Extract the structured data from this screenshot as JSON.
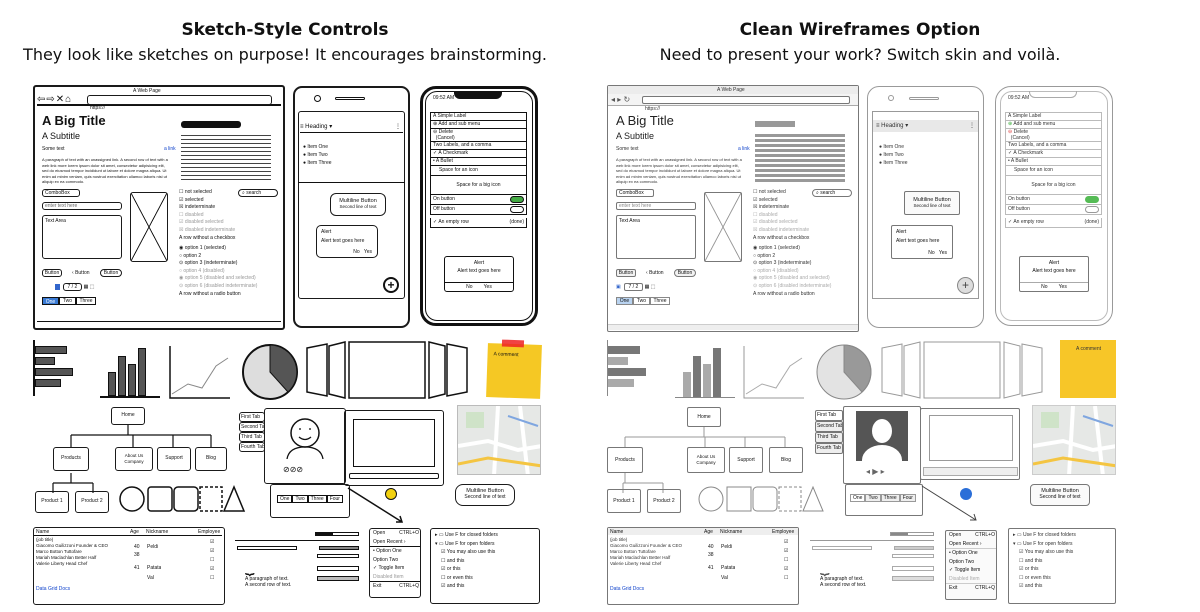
{
  "left": {
    "title": "Sketch-Style Controls",
    "subtitle": "They look like sketches on purpose! It encourages brainstorming."
  },
  "right": {
    "title": "Clean Wireframes Option",
    "subtitle": "Need to present your work? Switch skin and voilà."
  },
  "web": {
    "window_title": "A Web Page",
    "url": "https://",
    "big_title": "A Big Title",
    "subtitle": "A Subtitle",
    "some_text": "Some text",
    "link": "a link",
    "paragraph": "A paragraph of text with an unassigned link. A second row of text with a web link more lorem ipsum dolor sit amet, consectetur adipisicing elit, sed do eiusmod tempor incididunt ut labore et dolore magna aliqua. Ut enim ad minim veniam, quis nostrud exercitation ullamco laboris nisi ut aliquip ex ea commodo.",
    "combobox": "ComboBox",
    "text_input": "enter text here",
    "text_area": "Text Area",
    "search": "search",
    "checkboxes": [
      "not selected",
      "selected",
      "indeterminate",
      "disabled",
      "disabled selected",
      "disabled indeterminate"
    ],
    "radios": [
      "option 1 (selected)",
      "option 2",
      "option 3 (indeterminate)",
      "option 4 (disabled)",
      "option 5 (disabled and selected)",
      "option 6 (disabled indeterminate)"
    ],
    "row_no_checkbox": "A row without a checkbox",
    "row_no_radio": "A row without a radio button",
    "buttons": [
      "Button",
      "Button",
      "Button"
    ],
    "stepper": "7 / 2",
    "tabs": [
      "One",
      "Two",
      "Three"
    ]
  },
  "android": {
    "heading": "Heading",
    "items": [
      "Item One",
      "Item Two",
      "Item Three"
    ],
    "multiline_title": "Multiline Button",
    "multiline_sub": "Second line of text",
    "alert_title": "Alert",
    "alert_text": "Alert text goes here",
    "no": "No",
    "yes": "Yes",
    "fab": "+"
  },
  "iphone": {
    "time": "09:52 AM",
    "simple_label": "A Simple Label",
    "submenu": "Add and sub menu",
    "delete": "Delete",
    "cancel": "(Cancel)",
    "two_labels": "Two Labels, and a comma",
    "checkmark": "A Checkmark",
    "bullet": "A Bullet",
    "space_icon": "Space for an icon",
    "space_big_icon": "Space for a big icon",
    "on_button": "On button",
    "off_button": "Off button",
    "empty_row": "An empty row",
    "done": "(done)",
    "alert_title": "Alert",
    "alert_text": "Alert text goes here",
    "no": "No",
    "yes": "Yes"
  },
  "sticky": {
    "text": "A comment"
  },
  "tree": {
    "home": "Home",
    "children": [
      "Products",
      "About Us Company",
      "Support",
      "Blog"
    ],
    "products": [
      "Product 1",
      "Product 2"
    ]
  },
  "tabs_vertical": [
    "First Tab",
    "Second Tab",
    "Third Tab",
    "Fourth Tab"
  ],
  "tabs_horizontal": [
    "One",
    "Two",
    "Three",
    "Four"
  ],
  "multiline_button": {
    "title": "Multiline Button",
    "sub": "Second line of text"
  },
  "table": {
    "headers": [
      "Name",
      "Age",
      "Nickname",
      "Employee"
    ],
    "rows": [
      [
        "(job title)",
        "",
        ""
      ],
      [
        "Giacomo Guilizzoni Founder & CEO",
        "40",
        "Peldi"
      ],
      [
        "Marco Botton Tuttofare",
        "38",
        ""
      ],
      [
        "Mariah Maclachlan Better Half",
        "41",
        "Patata"
      ],
      [
        "Valerie Liberty Head Chef",
        "",
        "Val"
      ]
    ],
    "footer": "Data Grid Docs"
  },
  "bracket": {
    "line1": "A paragraph of text.",
    "line2": "A second row of text."
  },
  "menu": {
    "items": [
      {
        "label": "Open",
        "shortcut": "CTRL+O"
      },
      {
        "label": "Open Recent",
        "shortcut": ""
      },
      {
        "label": "Option One",
        "shortcut": ""
      },
      {
        "label": "Option Two",
        "shortcut": ""
      },
      {
        "label": "Toggle Item",
        "shortcut": ""
      },
      {
        "label": "Disabled Item",
        "shortcut": ""
      },
      {
        "label": "Exit",
        "shortcut": "CTRL+Q"
      }
    ]
  },
  "checklist": [
    "Use F for closed folders",
    "Use F for open folders",
    "You may also use this",
    "and this",
    "or this",
    "or even this",
    "and this"
  ]
}
